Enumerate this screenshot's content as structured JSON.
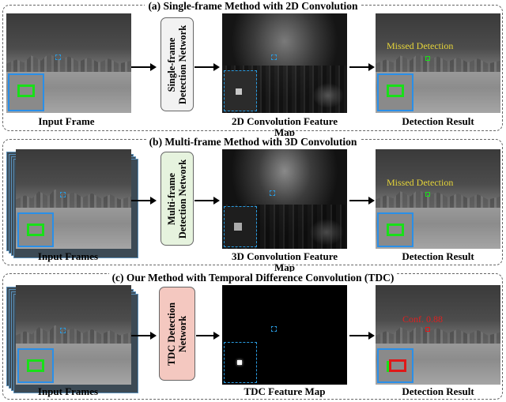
{
  "panels": [
    {
      "title": "(a) Single-frame Method with 2D Convolution",
      "network": [
        "Single-frame",
        "Detection Network"
      ],
      "input_label": "Input Frame",
      "feature_label": "2D Convolution Feature Map",
      "result_label": "Detection Result",
      "annotation": "Missed Detection",
      "annotation_color": "#e6d53a",
      "network_color": "#f2f2f2"
    },
    {
      "title": "(b) Multi-frame Method with 3D Convolution",
      "network": [
        "Multi-frame",
        "Detection Network"
      ],
      "input_label": "Input Frames",
      "feature_label": "3D Convolution Feature Map",
      "result_label": "Detection Result",
      "annotation": "Missed Detection",
      "annotation_color": "#e6d53a",
      "network_color": "#e6f3de"
    },
    {
      "title": "(c) Our Method with Temporal Difference Convolution (TDC)",
      "network": [
        "TDC Detection",
        "Network"
      ],
      "input_label": "Input Frames",
      "feature_label": "TDC Feature Map",
      "result_label": "Detection Result",
      "annotation": "Conf. 0.88",
      "annotation_color": "#e02020",
      "network_color": "#f4c8c0"
    }
  ],
  "colors": {
    "detection_box": "#18e018",
    "inset_border": "#2a8fe8",
    "ours_box": "#e01818"
  }
}
